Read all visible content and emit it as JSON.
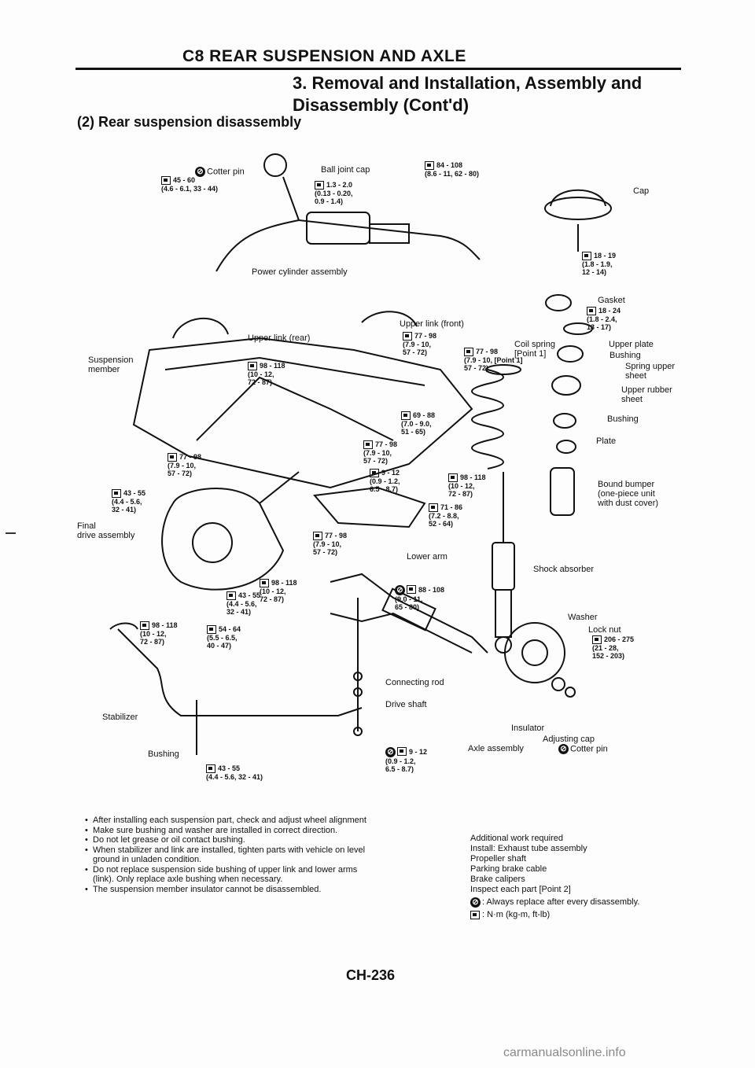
{
  "header": {
    "title": "C8 REAR SUSPENSION AND AXLE"
  },
  "section": {
    "title": "3. Removal and Installation, Assembly and Disassembly (Cont'd)"
  },
  "subsection": {
    "title": "(2) Rear suspension disassembly"
  },
  "diagram": {
    "labels": {
      "cotter_pin_top": "Cotter pin",
      "ball_joint_cap": "Ball joint cap",
      "power_cylinder": "Power cylinder assembly",
      "cap": "Cap",
      "gasket": "Gasket",
      "upper_plate": "Upper plate",
      "bushing_1": "Bushing",
      "spring_upper_sheet": "Spring upper\nsheet",
      "upper_rubber_sheet": "Upper rubber\nsheet",
      "bushing_2": "Bushing",
      "plate": "Plate",
      "bound_bumper": "Bound bumper\n(one-piece unit\nwith dust cover)",
      "shock_absorber": "Shock absorber",
      "upper_link_rear": "Upper link (rear)",
      "upper_link_front": "Upper link (front)",
      "coil_spring": "Coil spring\n[Point 1]",
      "suspension_member": "Suspension\nmember",
      "final_drive": "Final\ndrive assembly",
      "lower_arm": "Lower arm",
      "connecting_rod": "Connecting rod",
      "drive_shaft": "Drive shaft",
      "stabilizer": "Stabilizer",
      "bushing_3": "Bushing",
      "washer": "Washer",
      "lock_nut": "Lock nut",
      "insulator": "Insulator",
      "adjusting_cap": "Adjusting cap",
      "axle_assembly": "Axle assembly",
      "cotter_pin_bottom": "Cotter pin"
    },
    "torques": {
      "t01": "45 - 60\n(4.6 - 6.1, 33 - 44)",
      "t02": "1.3 - 2.0\n(0.13 - 0.20,\n0.9 - 1.4)",
      "t03": "84 - 108\n(8.6 - 11, 62 - 80)",
      "t04": "18 - 19\n(1.8 - 1.9,\n12 - 14)",
      "t05": "18 - 24\n(1.8 - 2.4,\n13 - 17)",
      "t06": "77 - 98\n(7.9 - 10,\n57 - 72)",
      "t07": "77 - 98\n(7.9 - 10, [Point 1]\n57 - 72)",
      "t08": "98 - 118\n(10 - 12,\n72 - 87)",
      "t09": "69 - 88\n(7.0 - 9.0,\n51 - 65)",
      "t10": "77 - 98\n(7.9 - 10,\n57 - 72)",
      "t11": "77 - 98\n(7.9 - 10,\n57 - 72)",
      "t12": "9 - 12\n(0.9 - 1.2,\n6.5 - 8.7)",
      "t13": "98 - 118\n(10 - 12,\n72 - 87)",
      "t14": "71 - 86\n(7.2 - 8.8,\n52 - 64)",
      "t15": "43 - 55\n(4.4 - 5.6,\n32 - 41)",
      "t16": "77 - 98\n(7.9 - 10,\n57 - 72)",
      "t17": "98 - 118\n(10 - 12,\n72 - 87)",
      "t18": "43 - 55\n(4.4 - 5.6,\n32 - 41)",
      "t19": "88 - 108\n(9.0 - 11,\n65 - 80)",
      "t20": "98 - 118\n(10 - 12,\n72 - 87)",
      "t21": "54 - 64\n(5.5 - 6.5,\n40 - 47)",
      "t22": "206 - 275\n(21 - 28,\n152 - 203)",
      "t23": "9 - 12\n(0.9 - 1.2,\n6.5 - 8.7)",
      "t24": "43 - 55\n(4.4 - 5.6, 32 - 41)"
    }
  },
  "notes": [
    "After installing each suspension part, check and adjust wheel alignment",
    "Make sure bushing and washer are installed in correct direction.",
    "Do not let grease or oil contact bushing.",
    "When stabilizer and link are installed, tighten parts with vehicle on level ground in unladen condition.",
    "Do not replace suspension side bushing of upper link and lower arms (link). Only replace axle bushing when necessary.",
    "The suspension member insulator cannot be disassembled."
  ],
  "additional_work": {
    "heading": "Additional work required",
    "items": [
      "Install: Exhaust tube assembly",
      "Propeller shaft",
      "Parking brake cable",
      "Brake calipers",
      "Inspect each part [Point 2]"
    ]
  },
  "legend": {
    "replace": ": Always replace after every disassembly.",
    "torque": ": N·m (kg-m, ft-lb)"
  },
  "footer": {
    "page_number": "CH-236",
    "watermark": "carmanualsonline.info"
  }
}
